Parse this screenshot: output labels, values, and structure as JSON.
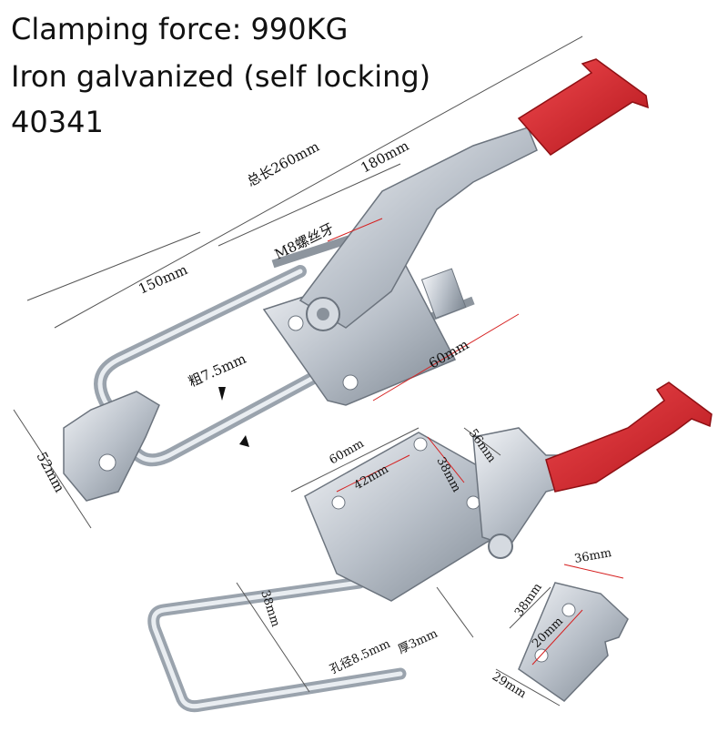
{
  "headline": {
    "line1": "Clamping force: 990KG",
    "line2": "Iron galvanized (self locking)",
    "line3": "40341"
  },
  "dimensions": {
    "total_length": "总长260mm",
    "length_180": "180mm",
    "thread": "M8螺丝牙",
    "length_150": "150mm",
    "thickness_rod": "粗7.5mm",
    "height_52": "52mm",
    "width_60_top": "60mm",
    "plate_60": "60mm",
    "plate_42": "42mm",
    "plate_38": "38mm",
    "plate_56": "56mm",
    "loop_38": "38mm",
    "hole_dia": "孔径8.5mm",
    "thick_3": "厚3mm",
    "hook_36": "36mm",
    "hook_38": "38mm",
    "hook_20": "20mm",
    "hook_29": "29mm"
  },
  "colors": {
    "handle_red": "#d8232a",
    "metal": "#c7ccd3",
    "dim_red": "#d61f1f"
  }
}
